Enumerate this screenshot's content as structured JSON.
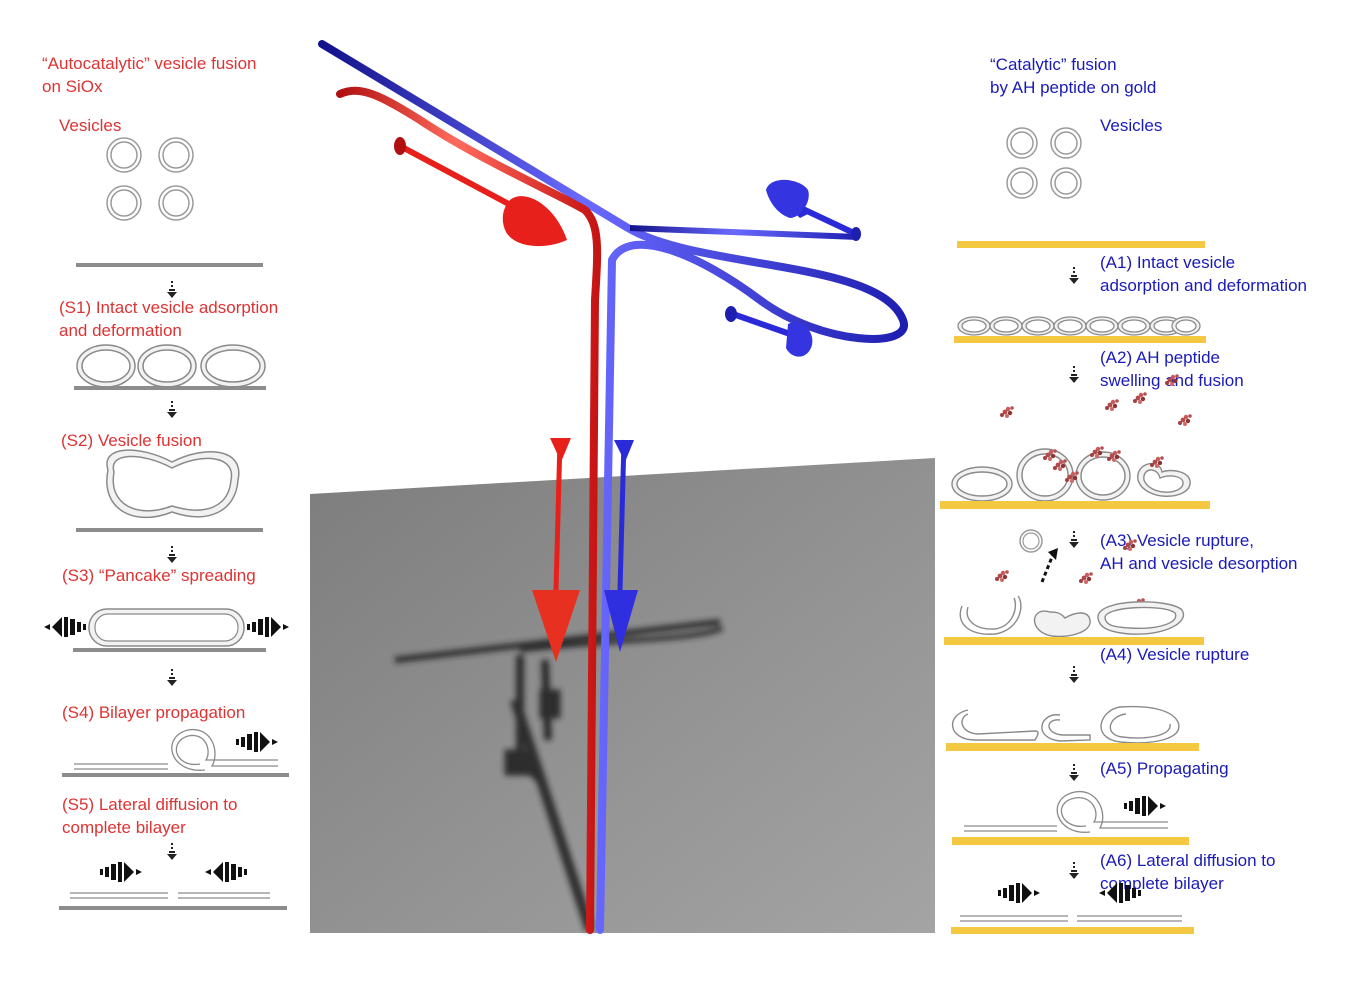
{
  "colors": {
    "autocatalytic_text": "#dd3333",
    "catalytic_text": "#1a1ab8",
    "red_arrow": "#e8201c",
    "blue_arrow": "#2a2ad8",
    "gold_substrate": "#f5c842",
    "siox_substrate": "#8c8c8c",
    "floor": "#8a8a8a"
  },
  "left_panel": {
    "title": [
      "“Autocatalytic” vesicle fusion",
      "on SiOx"
    ],
    "vesicles_label": "Vesicles",
    "steps": [
      {
        "label": [
          "(S1) Intact vesicle adsorption",
          "and deformation"
        ]
      },
      {
        "label": [
          "(S2) Vesicle fusion"
        ]
      },
      {
        "label": [
          "(S3) “Pancake” spreading"
        ]
      },
      {
        "label": [
          "(S4) Bilayer propagation"
        ]
      },
      {
        "label": [
          "(S5) Lateral diffusion to",
          "complete bilayer"
        ]
      }
    ]
  },
  "right_panel": {
    "title": [
      "“Catalytic” fusion",
      "by AH peptide on gold"
    ],
    "vesicles_label": "Vesicles",
    "steps": [
      {
        "label": [
          "(A1) Intact vesicle",
          "adsorption and deformation"
        ]
      },
      {
        "label": [
          "(A2) AH peptide",
          "swelling and fusion"
        ]
      },
      {
        "label": [
          "(A3) Vesicle rupture,",
          "AH and vesicle desorption"
        ]
      },
      {
        "label": [
          "(A4) Vesicle rupture"
        ]
      },
      {
        "label": [
          "(A5) Propagating"
        ]
      },
      {
        "label": [
          "(A6) Lateral diffusion to",
          "complete bilayer"
        ]
      }
    ]
  },
  "center_graphic": {
    "red_pathway_name": "autocatalytic pathway arrow",
    "blue_pathway_name": "catalytic pathway arrow",
    "floor_name": "energy landscape floor"
  },
  "icons": {
    "step_arrow": "down-dashed-arrow-icon",
    "spread_arrow": "dashed-block-arrow-icon",
    "peptide": "peptide-molecule-icon"
  }
}
